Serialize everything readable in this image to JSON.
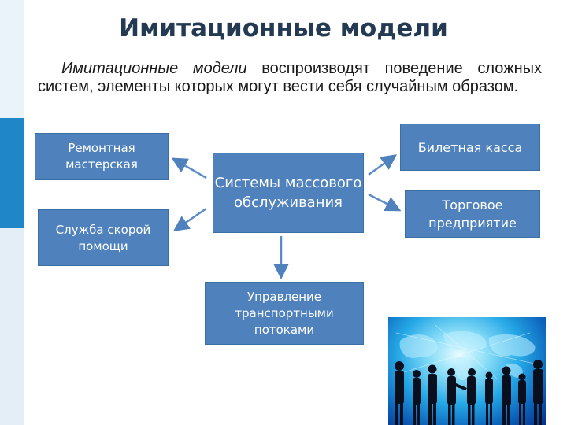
{
  "title": "Имитационные модели",
  "intro": {
    "lead": "Имитационные модели",
    "rest": " воспроизводят поведение сложных систем, элементы которых могут вести себя случайным образом."
  },
  "diagram": {
    "center": "Системы массового обслуживания",
    "left_top": "Ремонтная мастерская",
    "left_bottom": "Служба скорой помощи",
    "right_top": "Билетная касса",
    "right_bottom": "Торговое предприятие",
    "bottom": "Управление транспортными потоками"
  },
  "colors": {
    "box_fill": "#4f81bd",
    "arrow": "#4f81bd",
    "title": "#243a52",
    "accent_bar": "#1f86c8"
  },
  "image": {
    "icon": "business-people-world-map-illustration"
  }
}
